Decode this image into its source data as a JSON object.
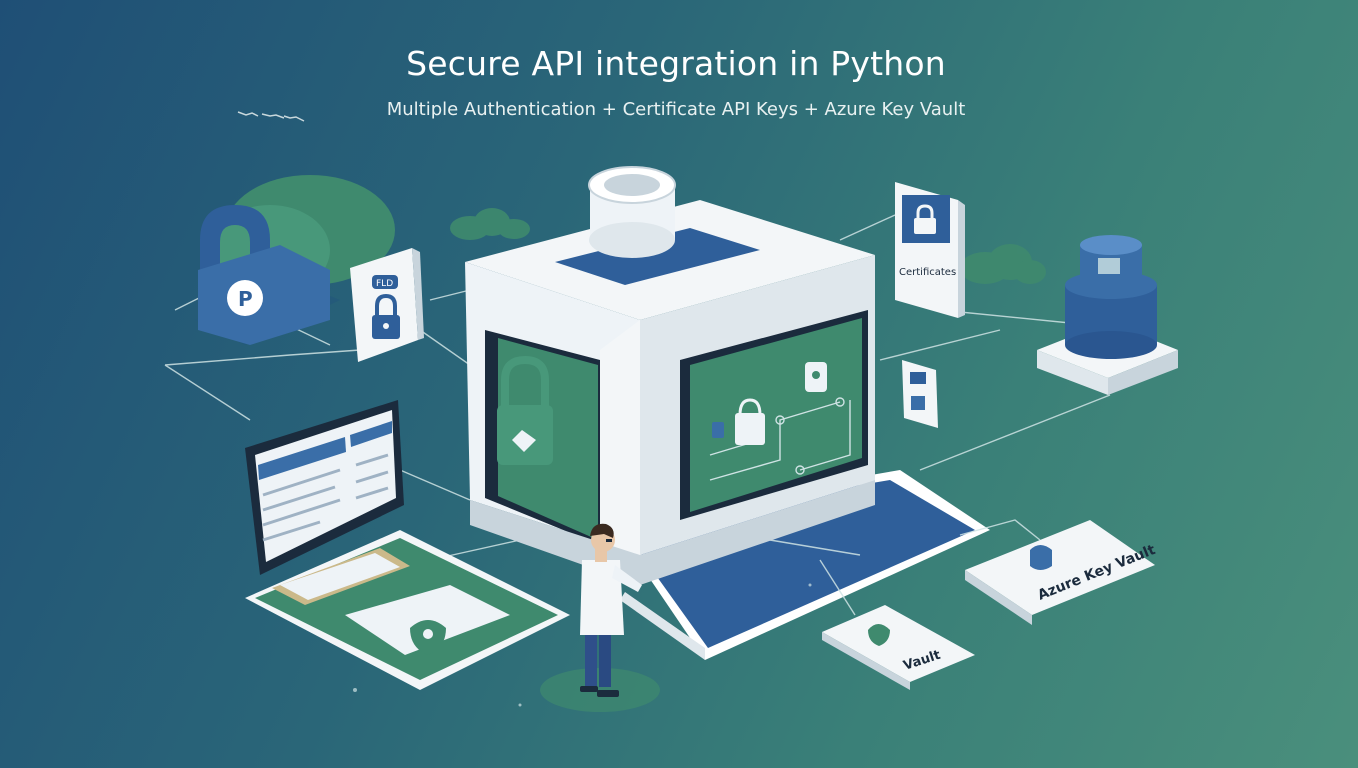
{
  "header": {
    "title": "Secure API integration in Python",
    "subtitle": "Multiple Authentication + Certificate API Keys + Azure Key Vault"
  },
  "cards": {
    "certificate_card_text": "Certificates",
    "azure_vault_card_text": "Azure Key Vault",
    "vault_card_text": "Vault",
    "lock_card_tag": "FLD"
  },
  "colors": {
    "background_start": "#1f4f76",
    "background_end": "#4a8f7c",
    "vault_green": "#3f8a6e",
    "accent_blue": "#2f5f9a",
    "panel_white": "#f3f6f8"
  },
  "icons": [
    "padlock-icon",
    "cloud-icon",
    "database-icon",
    "shield-icon",
    "person-figure"
  ]
}
